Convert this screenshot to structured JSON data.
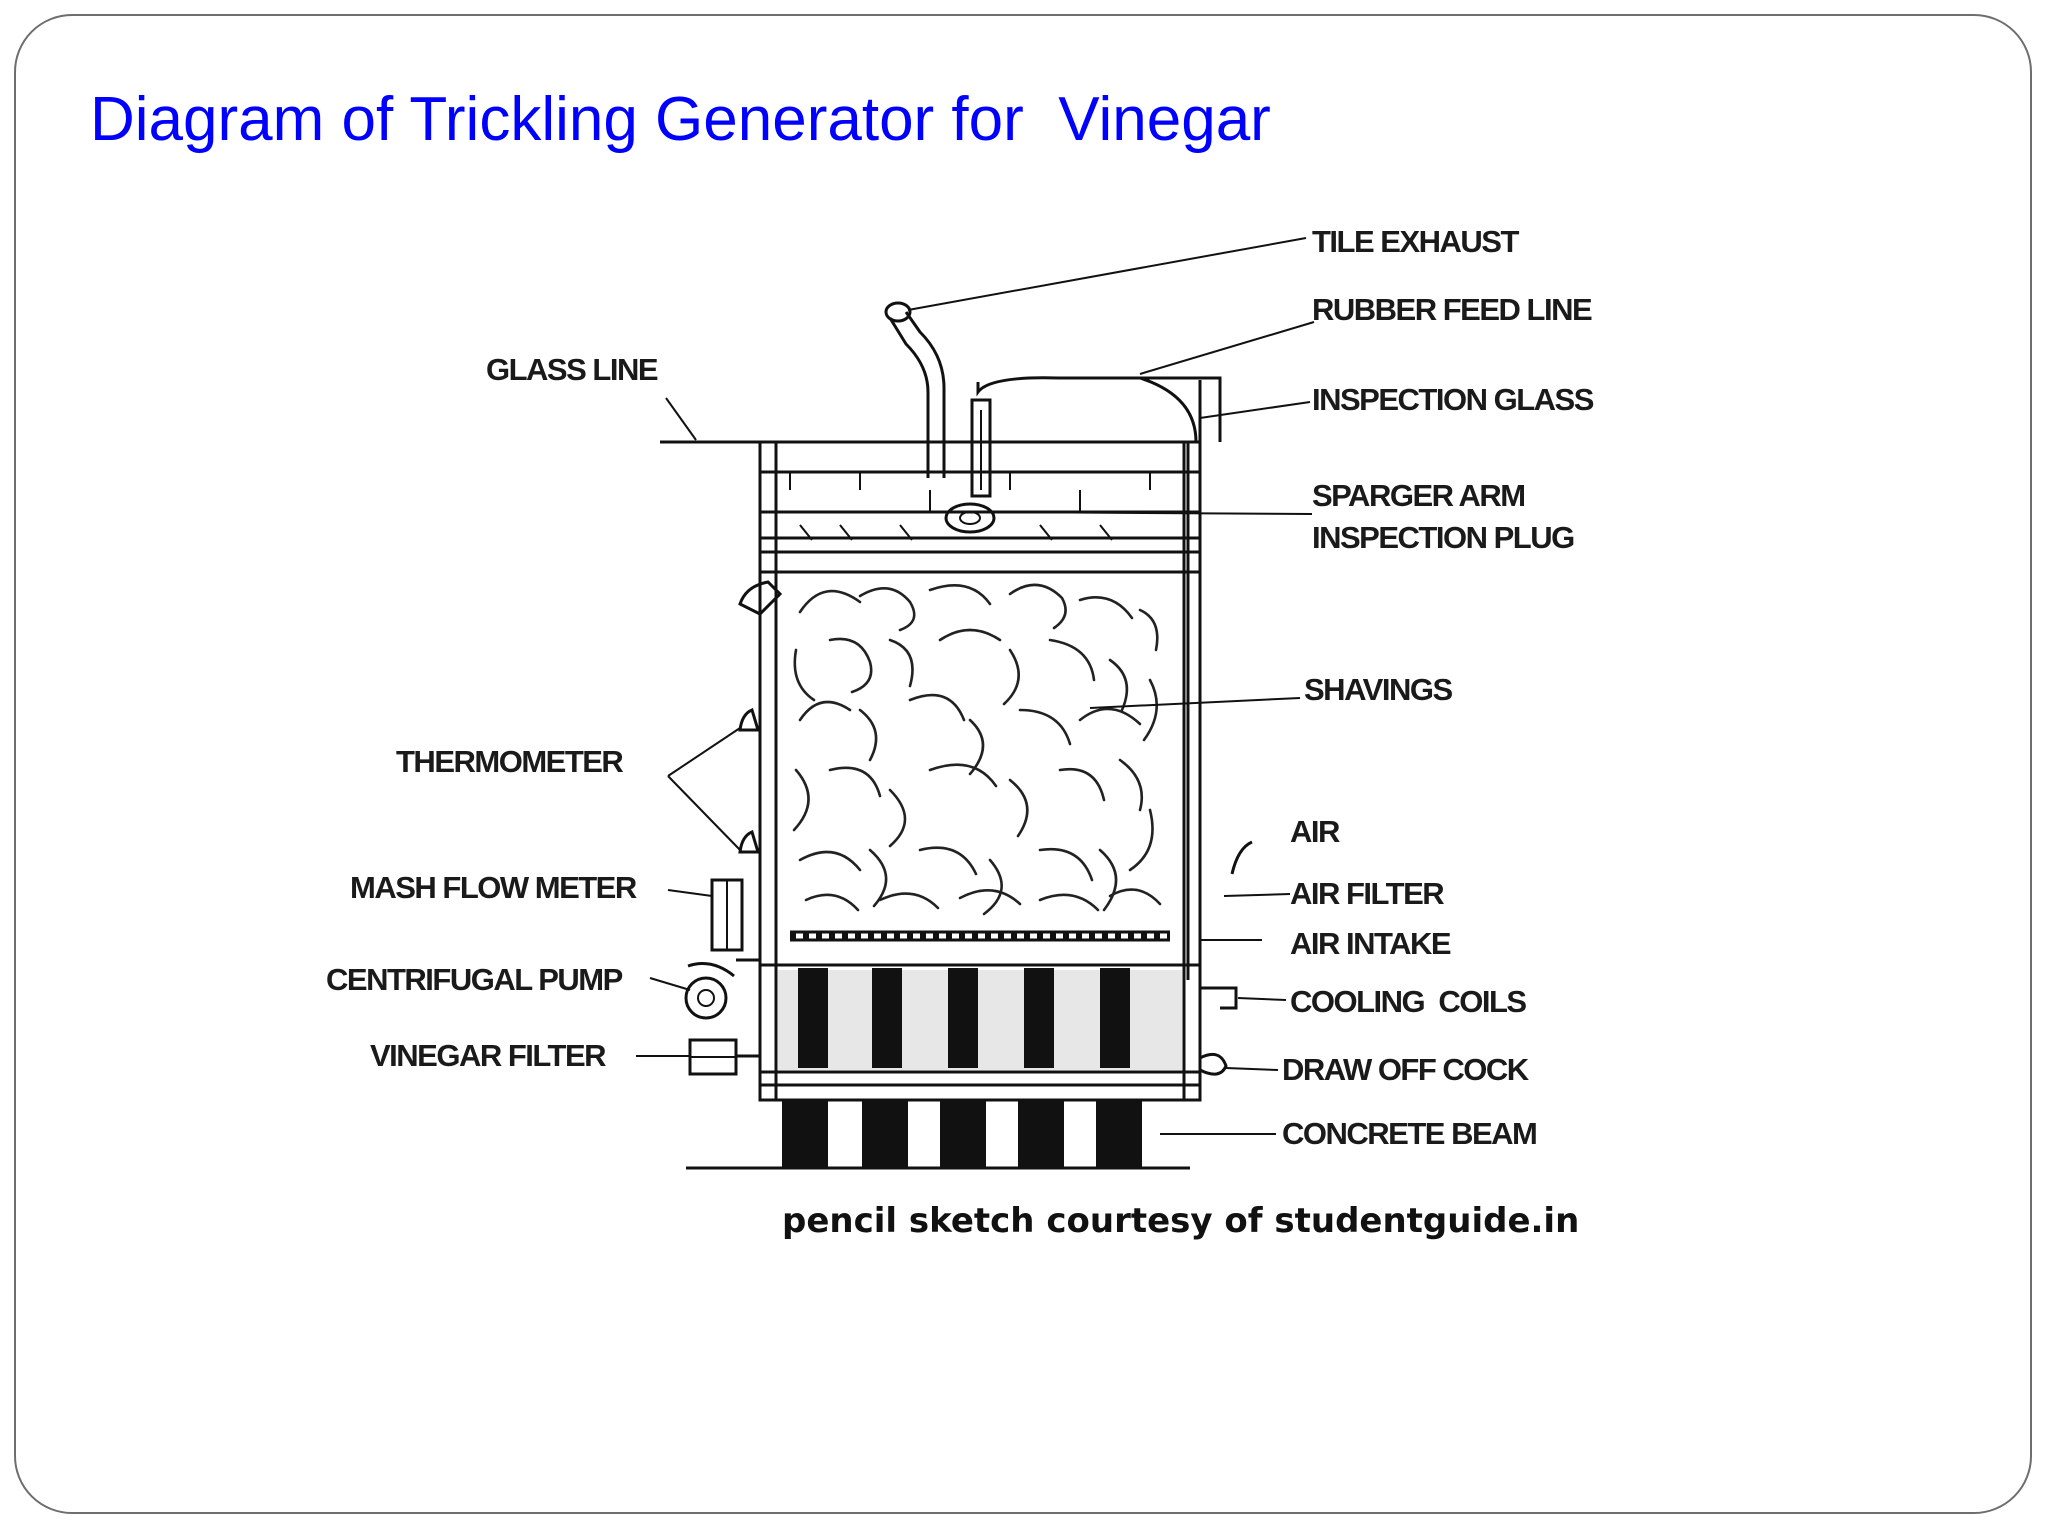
{
  "slide": {
    "title": "Diagram of Trickling Generator for  Vinegar"
  },
  "diagram": {
    "labels": {
      "tile_exhaust": "TILE EXHAUST",
      "rubber_feed_line": "RUBBER FEED LINE",
      "glass_line": "GLASS LINE",
      "inspection_glass": "INSPECTION GLASS",
      "sparger_arm": "SPARGER ARM",
      "inspection_plug": "INSPECTION PLUG",
      "shavings": "SHAVINGS",
      "thermometer": "THERMOMETER",
      "air": "AIR",
      "mash_flow_meter": "MASH FLOW METER",
      "air_filter": "AIR FILTER",
      "air_intake": "AIR INTAKE",
      "centrifugal_pump": "CENTRIFUGAL PUMP",
      "cooling_coils": "COOLING  COILS",
      "vinegar_filter": "VINEGAR FILTER",
      "draw_off_cock": "DRAW OFF COCK",
      "concrete_beam": "CONCRETE BEAM"
    },
    "credit": "pencil sketch courtesy of studentguide.in"
  },
  "colors": {
    "title": "#0000ff",
    "ink": "#111111",
    "frame": "#6e6e6e"
  }
}
